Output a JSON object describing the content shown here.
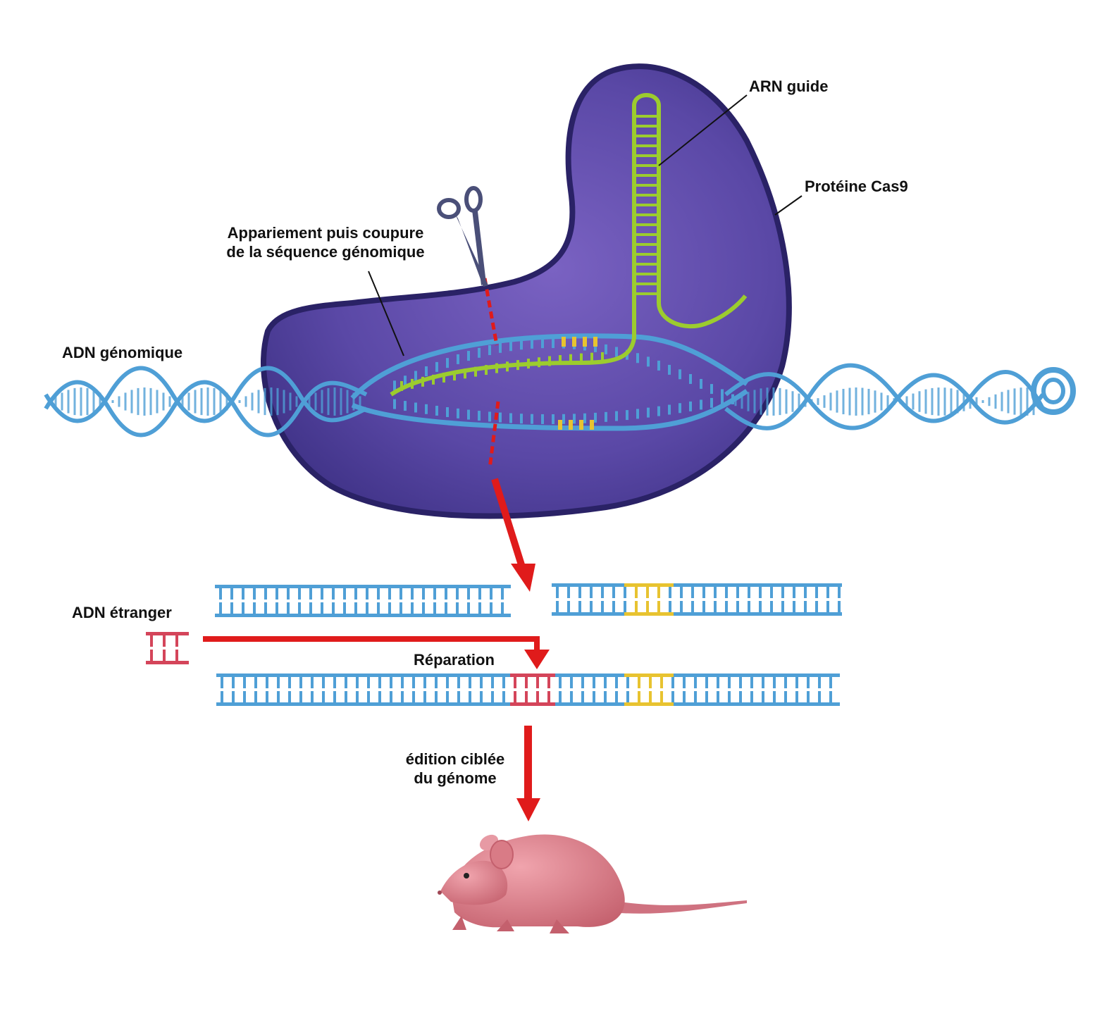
{
  "labels": {
    "arn_guide": "ARN guide",
    "proteine_cas9": "Protéine Cas9",
    "appariement_line1": "Appariement puis coupure",
    "appariement_line2": "de la séquence génomique",
    "adn_genomique": "ADN génomique",
    "adn_etranger": "ADN étranger",
    "reparation": "Réparation",
    "edition_line1": "édition ciblée",
    "edition_line2": "du génome"
  },
  "colors": {
    "protein": "#4a3a8c",
    "protein_outline": "#2a2266",
    "dna": "#4f9fd6",
    "rna": "#9ccc2e",
    "target": "#e8c330",
    "foreign_dna": "#d4455a",
    "arrow": "#e01b1b",
    "mouse": "#d97b86"
  },
  "icons": [
    "scissors-icon",
    "mouse-illustration"
  ]
}
